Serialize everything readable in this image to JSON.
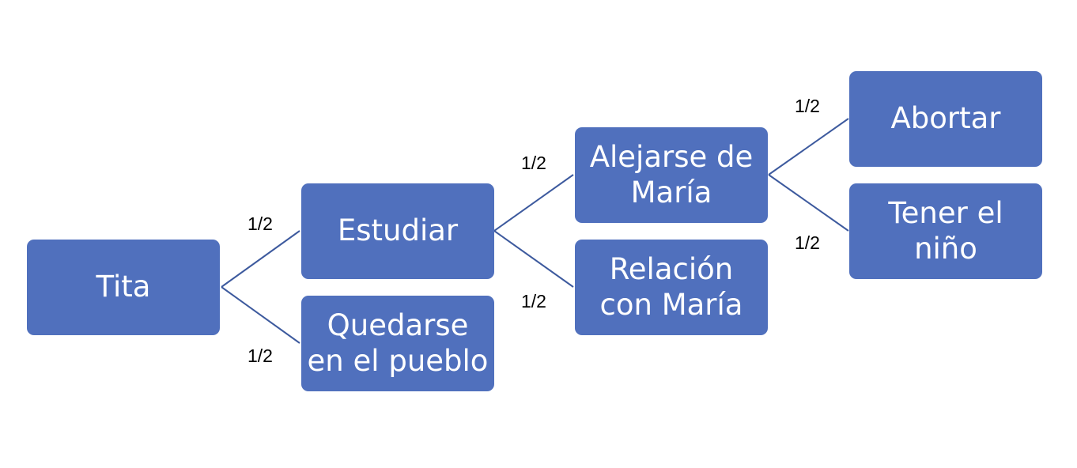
{
  "nodes": {
    "root": "Tita",
    "estudiar": "Estudiar",
    "quedarse": "Quedarse en el pueblo",
    "alejarse": "Alejarse de María",
    "relacion": "Relación con María",
    "abortar": "Abortar",
    "tener": "Tener el niño"
  },
  "edges": [
    {
      "from": "root",
      "to": "estudiar",
      "probability": "1/2"
    },
    {
      "from": "root",
      "to": "quedarse",
      "probability": "1/2"
    },
    {
      "from": "estudiar",
      "to": "alejarse",
      "probability": "1/2"
    },
    {
      "from": "estudiar",
      "to": "relacion",
      "probability": "1/2"
    },
    {
      "from": "alejarse",
      "to": "abortar",
      "probability": "1/2"
    },
    {
      "from": "alejarse",
      "to": "tener",
      "probability": "1/2"
    }
  ],
  "colors": {
    "node_fill": "#5070bd",
    "connector": "#3d5a9e"
  }
}
